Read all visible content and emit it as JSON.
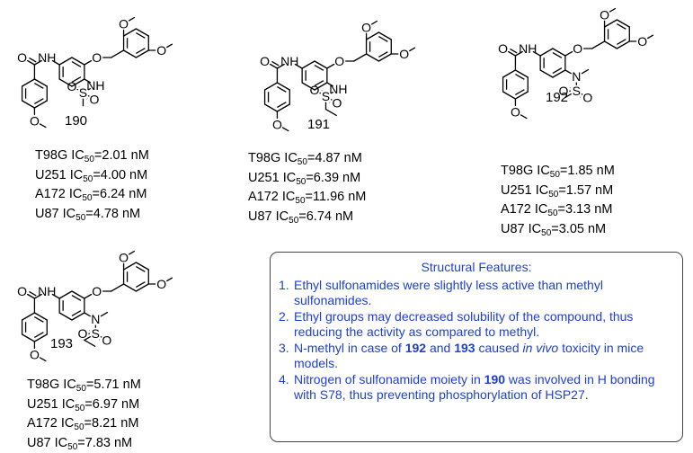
{
  "compounds": [
    {
      "id": "190",
      "atoms": {
        "nh": "NH",
        "o_ether": "O",
        "o_amide": "O",
        "o_ome_top": "O",
        "o_ome_right": "O",
        "o_ome_aryl": "O",
        "n": "NH",
        "s": "S",
        "o_s1": "O",
        "o_s2": "O"
      },
      "activity": [
        {
          "cell": "T98G",
          "value": "2.01 nM"
        },
        {
          "cell": "U251",
          "value": "4.00 nM"
        },
        {
          "cell": "A172",
          "value": "6.24 nM"
        },
        {
          "cell": "U87",
          "value": "4.78 nM"
        }
      ]
    },
    {
      "id": "191",
      "atoms": {
        "nh": "NH",
        "o_ether": "O",
        "o_amide": "O",
        "o_ome_top": "O",
        "o_ome_right": "O",
        "o_ome_aryl": "O",
        "n": "NH",
        "s": "S",
        "o_s1": "O",
        "o_s2": "O"
      },
      "activity": [
        {
          "cell": "T98G",
          "value": "4.87 nM"
        },
        {
          "cell": "U251",
          "value": "6.39 nM"
        },
        {
          "cell": "A172",
          "value": "11.96 nM"
        },
        {
          "cell": "U87",
          "value": "6.74 nM"
        }
      ]
    },
    {
      "id": "192",
      "atoms": {
        "nh": "NH",
        "o_ether": "O",
        "o_amide": "O",
        "o_ome_top": "O",
        "o_ome_right": "O",
        "o_ome_aryl": "O",
        "n": "N",
        "s": "S",
        "o_s1": "O",
        "o_s2": "O"
      },
      "activity": [
        {
          "cell": "T98G",
          "value": "1.85 nM"
        },
        {
          "cell": "U251",
          "value": "1.57 nM"
        },
        {
          "cell": "A172",
          "value": "3.13 nM"
        },
        {
          "cell": "U87",
          "value": "3.05 nM"
        }
      ]
    },
    {
      "id": "193",
      "atoms": {
        "nh": "NH",
        "o_ether": "O",
        "o_amide": "O",
        "o_ome_top": "O",
        "o_ome_right": "O",
        "o_ome_aryl": "O",
        "n": "N",
        "s": "S",
        "o_s1": "O",
        "o_s2": "O"
      },
      "activity": [
        {
          "cell": "T98G",
          "value": "5.71 nM"
        },
        {
          "cell": "U251",
          "value": "6.97 nM"
        },
        {
          "cell": "A172",
          "value": "8.21 nM"
        },
        {
          "cell": "U87",
          "value": "7.83 nM"
        }
      ]
    }
  ],
  "ic_label": "IC",
  "ic_sub": "50",
  "structural_features": {
    "title": "Structural Features:",
    "items": [
      {
        "num": "1.",
        "parts": [
          {
            "t": "Ethyl sulfonamides were slightly less active than methyl sulfonamides."
          }
        ]
      },
      {
        "num": "2.",
        "parts": [
          {
            "t": "Ethyl groups may decreased solubility of the compound, thus reducing  the activity as compared to methyl."
          }
        ]
      },
      {
        "num": "3.",
        "parts": [
          {
            "t": "N-methyl in case of "
          },
          {
            "t": "192",
            "b": true
          },
          {
            "t": " and "
          },
          {
            "t": "193",
            "b": true
          },
          {
            "t": " caused "
          },
          {
            "t": "in vivo",
            "i": true
          },
          {
            "t": " toxicity in mice models."
          }
        ]
      },
      {
        "num": "4.",
        "parts": [
          {
            "t": "Nitrogen of sulfonamide moiety in "
          },
          {
            "t": "190",
            "b": true
          },
          {
            "t": " was involved in H bonding with S78, thus preventing phosphorylation of HSP27."
          }
        ]
      }
    ]
  }
}
